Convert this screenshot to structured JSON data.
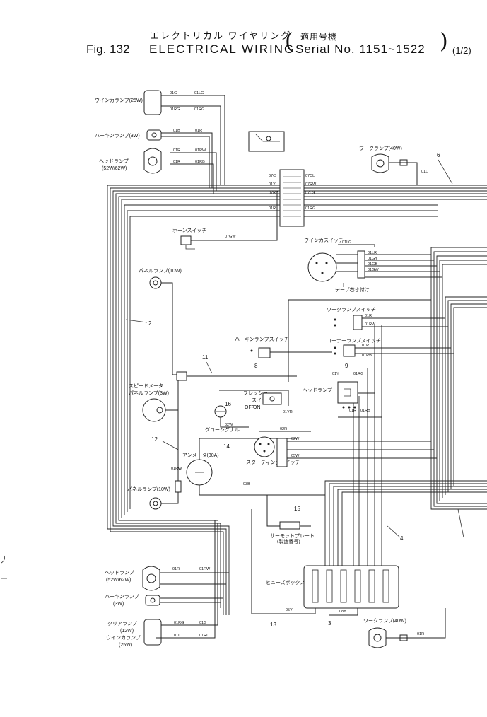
{
  "title": {
    "jp": "エレクトリカル ワイヤリング",
    "jp_paren": "適用号機",
    "fig": "Fig. 132",
    "en": "ELECTRICAL WIRING",
    "serial": "Serial No. 1151~1522",
    "pages": "(1/2)"
  },
  "components": {
    "winker_lamp_top": "ウインカランプ(25W)",
    "horn_lamp_top": "ハーキンランプ(3W)",
    "head_lamp_top": "ヘッドランプ",
    "head_lamp_top_rating": "(52W/62W)",
    "work_lamp_top": "ワークランプ(40W)",
    "horn_switch": "ホーンスイッチ",
    "winker_switch": "ウインカスイッチ",
    "tape_note": "テープ巻き付け",
    "panel_lamp": "パネルランプ(10W)",
    "work_lamp_switch": "ワークランプスイッチ",
    "horn_lamp_switch": "ハーキンランプスイッチ",
    "corner_lamp_switch": "コーナーランプスイッチ",
    "speed_meter": "スピードメータ",
    "speed_meter_lamp": "パネルランプ(3W)",
    "flasher": "フレッシャ",
    "flasher_switch": "スイッチ",
    "head_lamp_switch": "ヘッドランプ",
    "glow": "グローシグナル",
    "ammeter": "アンメータ(30A)",
    "starting_switch": "スターティングスイッチ",
    "panel_lamp_low": "パネルランプ(10W)",
    "thermo_plate": "サーモットプレート",
    "thermo_note": "(製造番号)",
    "fuse_box": "ヒューズボックス",
    "head_lamp_bottom": "ヘッドランプ",
    "head_lamp_bottom_rating": "(52W/62W)",
    "horn_lamp_bottom": "ハーキンランプ",
    "horn_lamp_bottom_rating": "(3W)",
    "clear_lamp": "クリアランプ",
    "clear_lamp_rating": "(12W)",
    "winker_lamp_bottom": "ウインカランプ",
    "winker_lamp_bottom_rating": "(25W)",
    "work_lamp_bottom": "ワークランプ(40W)",
    "off_label": "OFF",
    "on_label": "ON"
  },
  "callouts": {
    "n2": "2",
    "n3": "3",
    "n6": "6",
    "n11": "11",
    "n12": "12",
    "n13": "13",
    "n14": "14",
    "n15": "15",
    "n16": "16",
    "n4": "4",
    "n8": "8",
    "n9": "9"
  },
  "wire_codes": {
    "w01g": "01G",
    "w01lg": "01LG",
    "w01rg": "01RG",
    "w01rg2": "01RG",
    "w01b": "01B",
    "w01r": "01R",
    "w01r1": "01R",
    "w01rw": "01RW",
    "w01rb": "01R",
    "w01rb2": "01RB",
    "w07c": "07C",
    "w07cl": "07CL",
    "w07ly": "01Y",
    "w07rw": "07RW",
    "w07ry": "07RY",
    "w07lg": "07LG",
    "w01r2": "01R",
    "w01rg3": "01RG",
    "w07gw": "07GW",
    "w01lg2": "01LG",
    "w01l": "01L",
    "w01lr": "01LR",
    "w01gy": "01GY",
    "w01gb": "01GB",
    "w01gw": "01GW",
    "w01rr": "01R",
    "w01rw2": "01RW",
    "w01y": "01Y",
    "w01rg4": "01RG",
    "w01yr": "01YR",
    "w02w": "02W",
    "w02r": "02R",
    "w02w2": "02W",
    "w05w": "05W",
    "w01rw3": "01RW",
    "w03b": "03B",
    "w05y": "05Y",
    "w08y": "08Y",
    "w01rb3": "01R",
    "w01rw4": "01RW",
    "w01r5": "01R",
    "w01rb5": "01RB",
    "w01rs": "01R",
    "w01rg5": "01RG",
    "w01gb2": "01G",
    "w01ll": "01L",
    "w01rl": "01RL",
    "w01rbw": "01R"
  }
}
